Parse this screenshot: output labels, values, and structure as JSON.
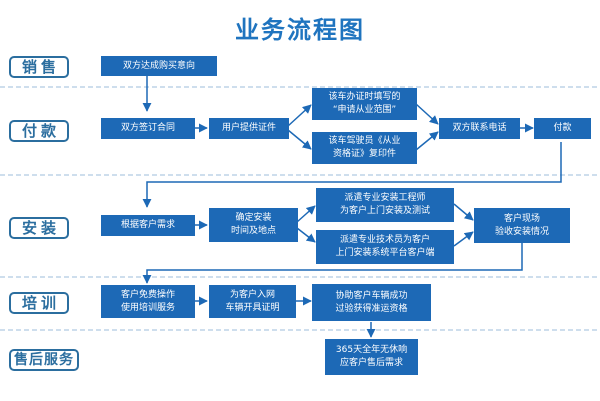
{
  "title": "业务流程图",
  "stages": {
    "sales": "销售",
    "payment": "付款",
    "install": "安装",
    "training": "培训",
    "after_sales": "售后服务"
  },
  "nodes": {
    "purchase_intent": "双方达成购买意向",
    "sign_contract": "双方签订合同",
    "provide_docs": "用户提供证件",
    "fill_scope": "该车办证时填写的\n“申请从业范围”",
    "driver_cert": "该车驾驶员《从业\n资格证》复印件",
    "contact_phone": "双方联系电话",
    "pay": "付款",
    "customer_needs": "根据客户需求",
    "confirm_install": "确定安装\n时间及地点",
    "dispatch_engineer": "派遣专业安装工程师\n为客户上门安装及测试",
    "dispatch_tech": "派遣专业技术员为客户\n上门安装系统平台客户端",
    "onsite_accept": "客户现场\n验收安装情况",
    "free_training": "客户免费操作\n使用培训服务",
    "issue_cert": "为客户入网\n车辆开具证明",
    "help_inspect": "协助客户车辆成功\n过验获得准运资格",
    "support_365": "365天全年无休响\n应客户售后需求"
  },
  "colors": {
    "title": "#1f74bf",
    "box_fill": "#1d69b6",
    "box_text": "#ffffff",
    "arrow": "#1d69b6",
    "side_border": "#2b6e9f",
    "separator": "#7fa8cf"
  }
}
